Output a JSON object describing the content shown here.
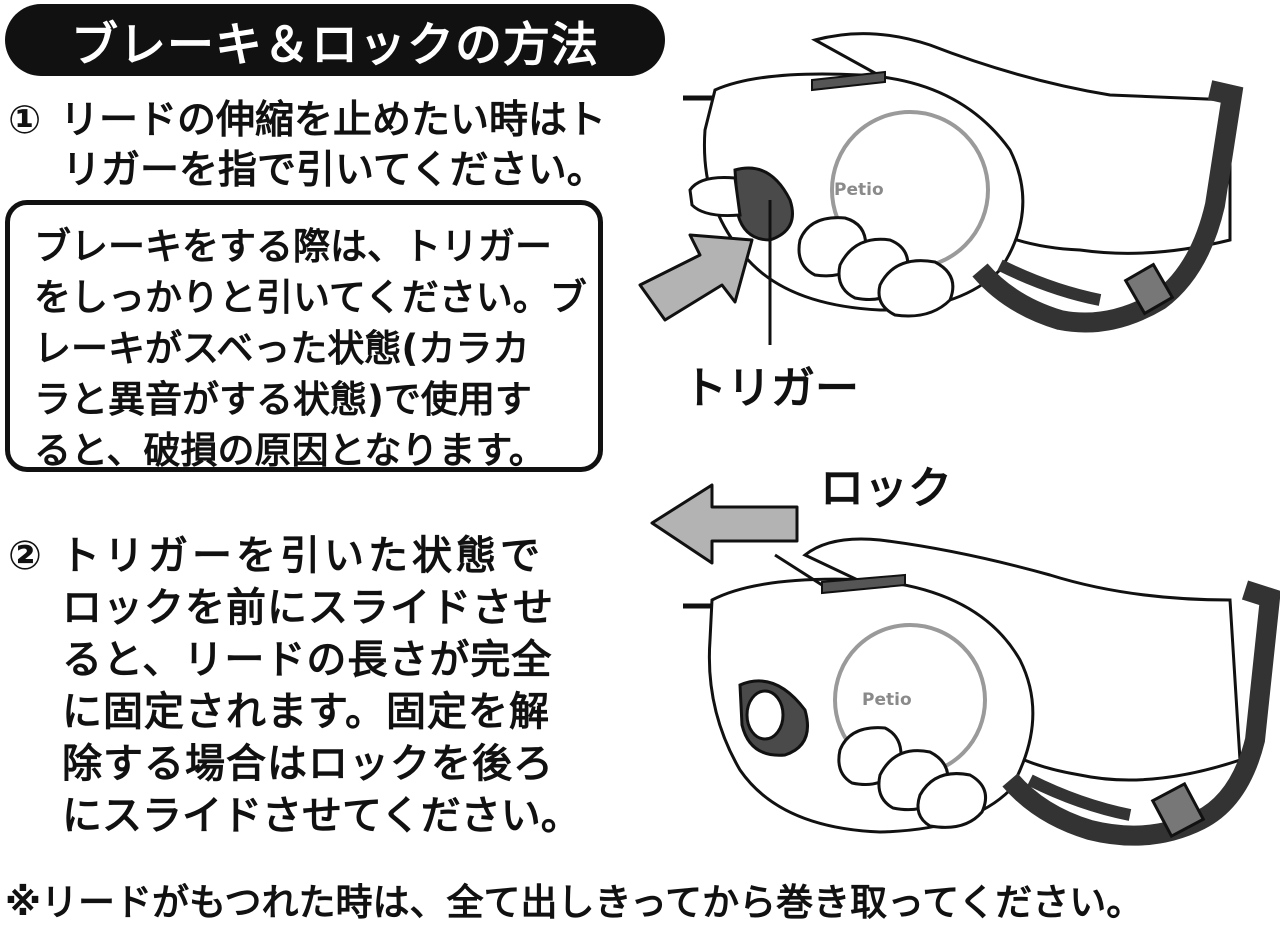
{
  "title": "ブレーキ＆ロックの方法",
  "step1": {
    "number": "①",
    "lines": [
      "リードの伸縮を止めたい時はト",
      "リガーを指で引いてください。"
    ]
  },
  "notice": {
    "lines": [
      "ブレーキをする際は、トリガー",
      "をしっかりと引いてください。ブ",
      "レーキがスベった状態(カラカ",
      "ラと異音がする状態)で使用す",
      "ると、破損の原因となります。"
    ]
  },
  "step2": {
    "number": "②",
    "lines": [
      "トリガーを引いた状態で",
      "ロックを前にスライドさせ",
      "ると、リードの長さが完全",
      "に固定されます。固定を解",
      "除する場合はロックを後ろ",
      "にスライドさせてください。"
    ]
  },
  "footer": "※リードがもつれた時は、全て出しきってから巻き取ってください。",
  "labels": {
    "trigger": "トリガー",
    "lock": "ロック"
  },
  "illustration": {
    "brand_top": "Petio",
    "brand_bottom": "Petio"
  },
  "colors": {
    "ink": "#111111",
    "arrow_fill": "#b3b3b3",
    "strap": "#333333",
    "ring": "#9a9a9a"
  }
}
